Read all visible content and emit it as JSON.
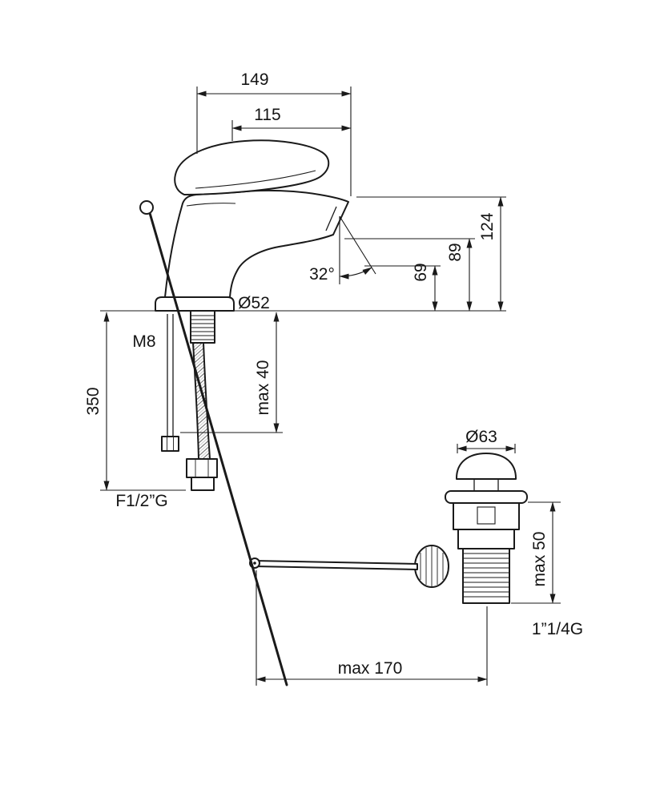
{
  "colors": {
    "line": "#1a1a1a",
    "background": "#ffffff"
  },
  "labels": {
    "overall_depth": "149",
    "spout_reach": "115",
    "height_overall": "124",
    "height_spout": "89",
    "height_outlet": "69",
    "spout_angle": "32°",
    "base_diameter": "Ø52",
    "stud_thread": "M8",
    "hose_length": "350",
    "max_deck_thickness": "max 40",
    "hose_fitting": "F1/2”G",
    "waste_cap_diameter": "Ø63",
    "waste_max_height": "max 50",
    "waste_thread": "1”1/4G",
    "rod_max_length": "max 170"
  }
}
